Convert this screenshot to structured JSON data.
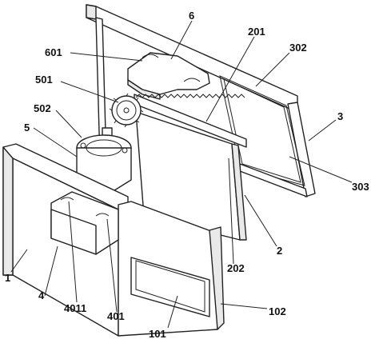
{
  "labels": {
    "l6": "6",
    "l601": "601",
    "l201": "201",
    "l302": "302",
    "l501": "501",
    "l3": "3",
    "l502": "502",
    "l5": "5",
    "l303": "303",
    "l202": "202",
    "l2": "2",
    "l1": "1",
    "l4": "4",
    "l4011": "4011",
    "l401": "401",
    "l102": "102",
    "l101": "101"
  }
}
